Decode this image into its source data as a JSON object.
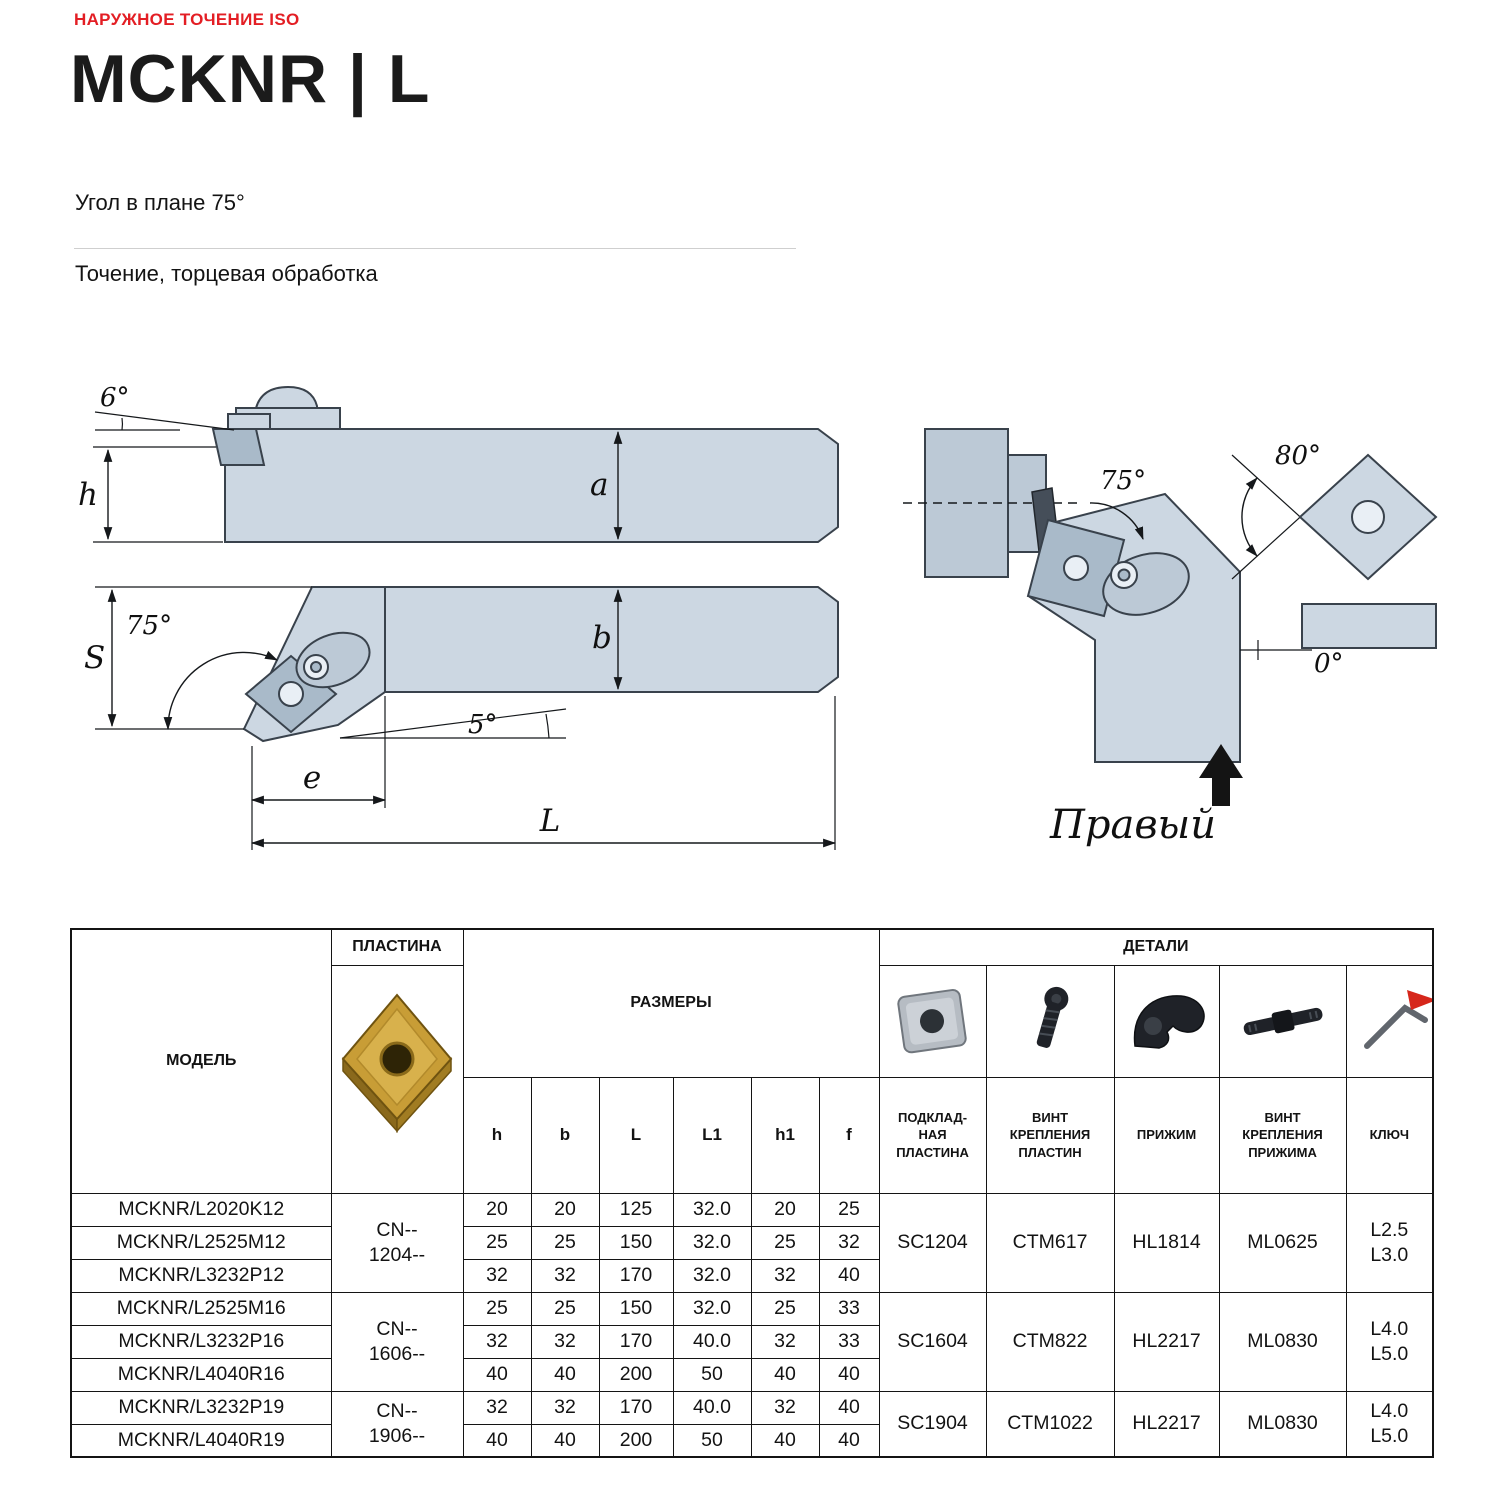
{
  "page": {
    "kicker": "НАРУЖНОЕ ТОЧЕНИЕ ISO",
    "title": "MCKNR | L",
    "subtitle": "Угол в плане 75°",
    "description": "Точение, торцевая обработка"
  },
  "drawing": {
    "side_view": {
      "angle_top": "6°",
      "height": "h",
      "dim_a": "a"
    },
    "plan_view": {
      "angle_main": "75°",
      "dim_s": "S",
      "dim_b": "b",
      "angle_back": "5°",
      "dim_e": "e",
      "dim_l": "L"
    },
    "front_view": {
      "angle_main": "75°"
    },
    "insert_view": {
      "angle_nose": "80°",
      "angle_clearance": "0°"
    },
    "hand_label": "Правый"
  },
  "table": {
    "headers": {
      "model": "МОДЕЛЬ",
      "insert": "ПЛАСТИНА",
      "dimensions": "РАЗМЕРЫ",
      "details": "ДЕТАЛИ",
      "dim_columns": [
        "h",
        "b",
        "L",
        "L1",
        "h1",
        "f"
      ],
      "shim_label": "ПОДКЛАД-\nНАЯ\nПЛАСТИНА",
      "insert_screw_label": "ВИНТ\nКРЕПЛЕНИЯ\nПЛАСТИН",
      "clamp_label": "ПРИЖИМ",
      "clamp_screw_label": "ВИНТ\nКРЕПЛЕНИЯ\nПРИЖИМА",
      "key_label": "КЛЮЧ"
    },
    "rows": [
      {
        "model": "MCKNR/L2020K12",
        "h": "20",
        "b": "20",
        "L": "125",
        "L1": "32.0",
        "h1": "20",
        "f": "25"
      },
      {
        "model": "MCKNR/L2525M12",
        "h": "25",
        "b": "25",
        "L": "150",
        "L1": "32.0",
        "h1": "25",
        "f": "32"
      },
      {
        "model": "MCKNR/L3232P12",
        "h": "32",
        "b": "32",
        "L": "170",
        "L1": "32.0",
        "h1": "32",
        "f": "40"
      },
      {
        "model": "MCKNR/L2525M16",
        "h": "25",
        "b": "25",
        "L": "150",
        "L1": "32.0",
        "h1": "25",
        "f": "33"
      },
      {
        "model": "MCKNR/L3232P16",
        "h": "32",
        "b": "32",
        "L": "170",
        "L1": "40.0",
        "h1": "32",
        "f": "33"
      },
      {
        "model": "MCKNR/L4040R16",
        "h": "40",
        "b": "40",
        "L": "200",
        "L1": "50",
        "h1": "40",
        "f": "40"
      },
      {
        "model": "MCKNR/L3232P19",
        "h": "32",
        "b": "32",
        "L": "170",
        "L1": "40.0",
        "h1": "32",
        "f": "40"
      },
      {
        "model": "MCKNR/L4040R19",
        "h": "40",
        "b": "40",
        "L": "200",
        "L1": "50",
        "h1": "40",
        "f": "40"
      }
    ],
    "groups": [
      {
        "insert": "CN--\n1204--",
        "shim": "SC1204",
        "insert_screw": "CTM617",
        "clamp": "HL1814",
        "clamp_screw": "ML0625",
        "key": "L2.5\nL3.0"
      },
      {
        "insert": "CN--\n1606--",
        "shim": "SC1604",
        "insert_screw": "CTM822",
        "clamp": "HL2217",
        "clamp_screw": "ML0830",
        "key": "L4.0\nL5.0"
      },
      {
        "insert": "CN--\n1906--",
        "shim": "SC1904",
        "insert_screw": "CTM1022",
        "clamp": "HL2217",
        "clamp_screw": "ML0830",
        "key": "L4.0\nL5.0"
      }
    ]
  }
}
